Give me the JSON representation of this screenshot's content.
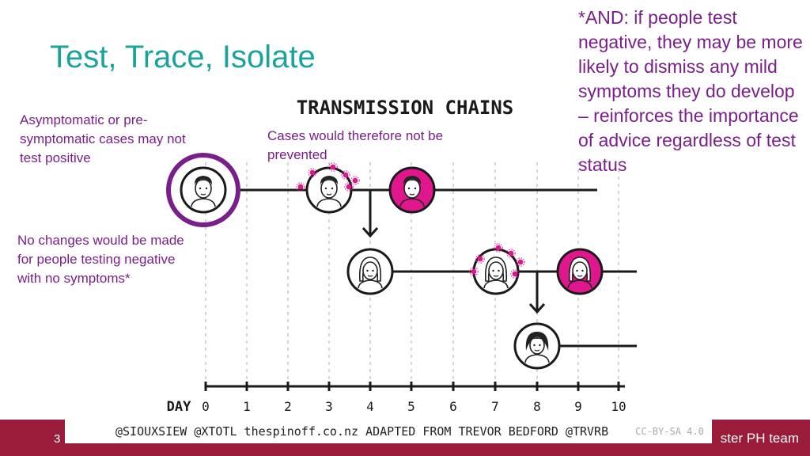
{
  "slide": {
    "title": "Test, Trace, Isolate",
    "note_left_top": "Asymptomatic or pre-symptomatic cases may not test positive",
    "note_center": "Cases would therefore not be prevented",
    "note_left_mid": "No changes would be made for people testing negative with no symptoms*",
    "callout": "*AND: if people test negative, they may be more likely to dismiss any mild symptoms they do develop – reinforces the importance of advice regardless of test status",
    "slide_number": "3",
    "footer_right": "ster PH team"
  },
  "diagram": {
    "heading": "TRANSMISSION CHAINS",
    "day_label": "DAY",
    "day_ticks": [
      "0",
      "1",
      "2",
      "3",
      "4",
      "5",
      "6",
      "7",
      "8",
      "9",
      "10"
    ],
    "credit": "@SIOUXSIEW @XTOTL thespinoff.co.nz ADAPTED FROM TREVOR BEDFORD @TRVRB",
    "license": "CC-BY-SA 4.0",
    "colors": {
      "infected": "#e0178c",
      "highlight_ring": "#7a1f8a",
      "line": "#1a1a1a"
    }
  }
}
